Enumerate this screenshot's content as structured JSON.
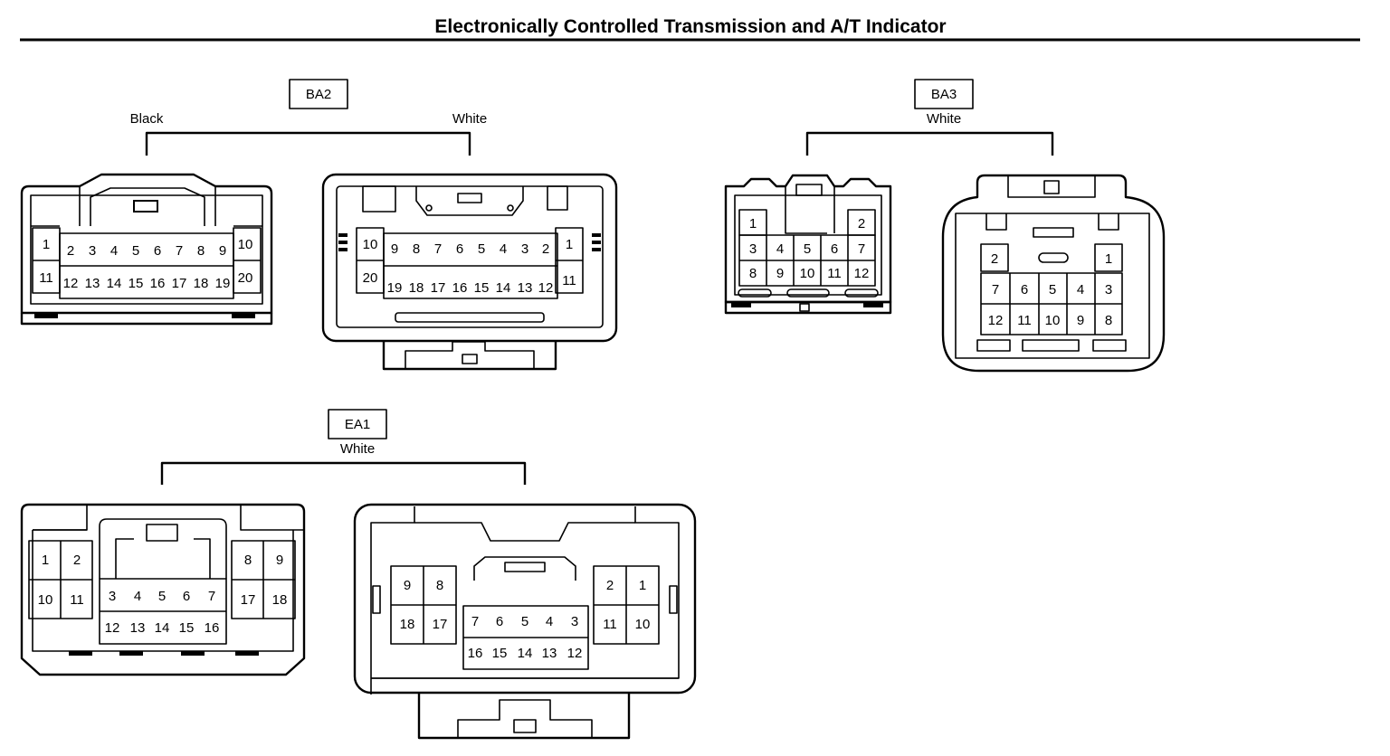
{
  "title": "Electronically Controlled Transmission and A/T Indicator",
  "connectors": {
    "ba2": {
      "code": "BA2",
      "left_color": "Black",
      "right_color": "White",
      "left": {
        "outer_top": [
          "1"
        ],
        "outer_bottom": [
          "11"
        ],
        "inner_top": [
          "2",
          "3",
          "4",
          "5",
          "6",
          "7",
          "8",
          "9"
        ],
        "inner_bottom": [
          "12",
          "13",
          "14",
          "15",
          "16",
          "17",
          "18",
          "19"
        ],
        "side_top": [
          "10"
        ],
        "side_bottom": [
          "20"
        ]
      },
      "right": {
        "outer_top": [
          "10"
        ],
        "outer_bottom": [
          "20"
        ],
        "inner_top": [
          "9",
          "8",
          "7",
          "6",
          "5",
          "4",
          "3",
          "2"
        ],
        "inner_bottom": [
          "19",
          "18",
          "17",
          "16",
          "15",
          "14",
          "13",
          "12"
        ],
        "side_top": [
          "1"
        ],
        "side_bottom": [
          "11"
        ]
      }
    },
    "ba3": {
      "code": "BA3",
      "color": "White",
      "left": {
        "row1": [
          "1",
          "2"
        ],
        "row2": [
          "3",
          "4",
          "5",
          "6",
          "7"
        ],
        "row3": [
          "8",
          "9",
          "10",
          "11",
          "12"
        ]
      },
      "right": {
        "row1": [
          "2",
          "1"
        ],
        "row2": [
          "7",
          "6",
          "5",
          "4",
          "3"
        ],
        "row3": [
          "12",
          "11",
          "10",
          "9",
          "8"
        ]
      }
    },
    "ea1": {
      "code": "EA1",
      "color": "White",
      "left": {
        "left_block": [
          [
            "1",
            "2"
          ],
          [
            "10",
            "11"
          ]
        ],
        "center_block": [
          [
            "3",
            "4",
            "5",
            "6",
            "7"
          ],
          [
            "12",
            "13",
            "14",
            "15",
            "16"
          ]
        ],
        "right_block": [
          [
            "8",
            "9"
          ],
          [
            "17",
            "18"
          ]
        ]
      },
      "right": {
        "left_block": [
          [
            "9",
            "8"
          ],
          [
            "18",
            "17"
          ]
        ],
        "center_block": [
          [
            "7",
            "6",
            "5",
            "4",
            "3"
          ],
          [
            "16",
            "15",
            "14",
            "13",
            "12"
          ]
        ],
        "right_block": [
          [
            "2",
            "1"
          ],
          [
            "11",
            "10"
          ]
        ]
      }
    }
  }
}
